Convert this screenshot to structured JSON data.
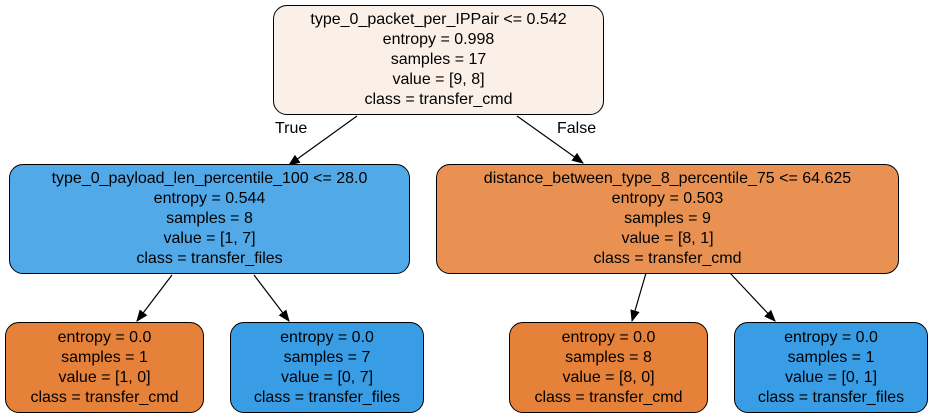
{
  "tree": {
    "root": {
      "split": "type_0_packet_per_IPPair <= 0.542",
      "entropy": "entropy = 0.998",
      "samples": "samples = 17",
      "value": "value = [9, 8]",
      "class": "class = transfer_cmd",
      "fill": "#fbf0e8"
    },
    "left": {
      "split": "type_0_payload_len_percentile_100 <= 28.0",
      "entropy": "entropy = 0.544",
      "samples": "samples = 8",
      "value": "value = [1, 7]",
      "class": "class = transfer_files",
      "fill": "#52a9e8"
    },
    "right": {
      "split": "distance_between_type_8_percentile_75 <= 64.625",
      "entropy": "entropy = 0.503",
      "samples": "samples = 9",
      "value": "value = [8, 1]",
      "class": "class = transfer_cmd",
      "fill": "#e89152"
    },
    "leaf_ll": {
      "entropy": "entropy = 0.0",
      "samples": "samples = 1",
      "value": "value = [1, 0]",
      "class": "class = transfer_cmd",
      "fill": "#e58139"
    },
    "leaf_lr": {
      "entropy": "entropy = 0.0",
      "samples": "samples = 7",
      "value": "value = [0, 7]",
      "class": "class = transfer_files",
      "fill": "#399de5"
    },
    "leaf_rl": {
      "entropy": "entropy = 0.0",
      "samples": "samples = 8",
      "value": "value = [8, 0]",
      "class": "class = transfer_cmd",
      "fill": "#e58139"
    },
    "leaf_rr": {
      "entropy": "entropy = 0.0",
      "samples": "samples = 1",
      "value": "value = [0, 1]",
      "class": "class = transfer_files",
      "fill": "#399de5"
    },
    "edge_true": "True",
    "edge_false": "False"
  }
}
